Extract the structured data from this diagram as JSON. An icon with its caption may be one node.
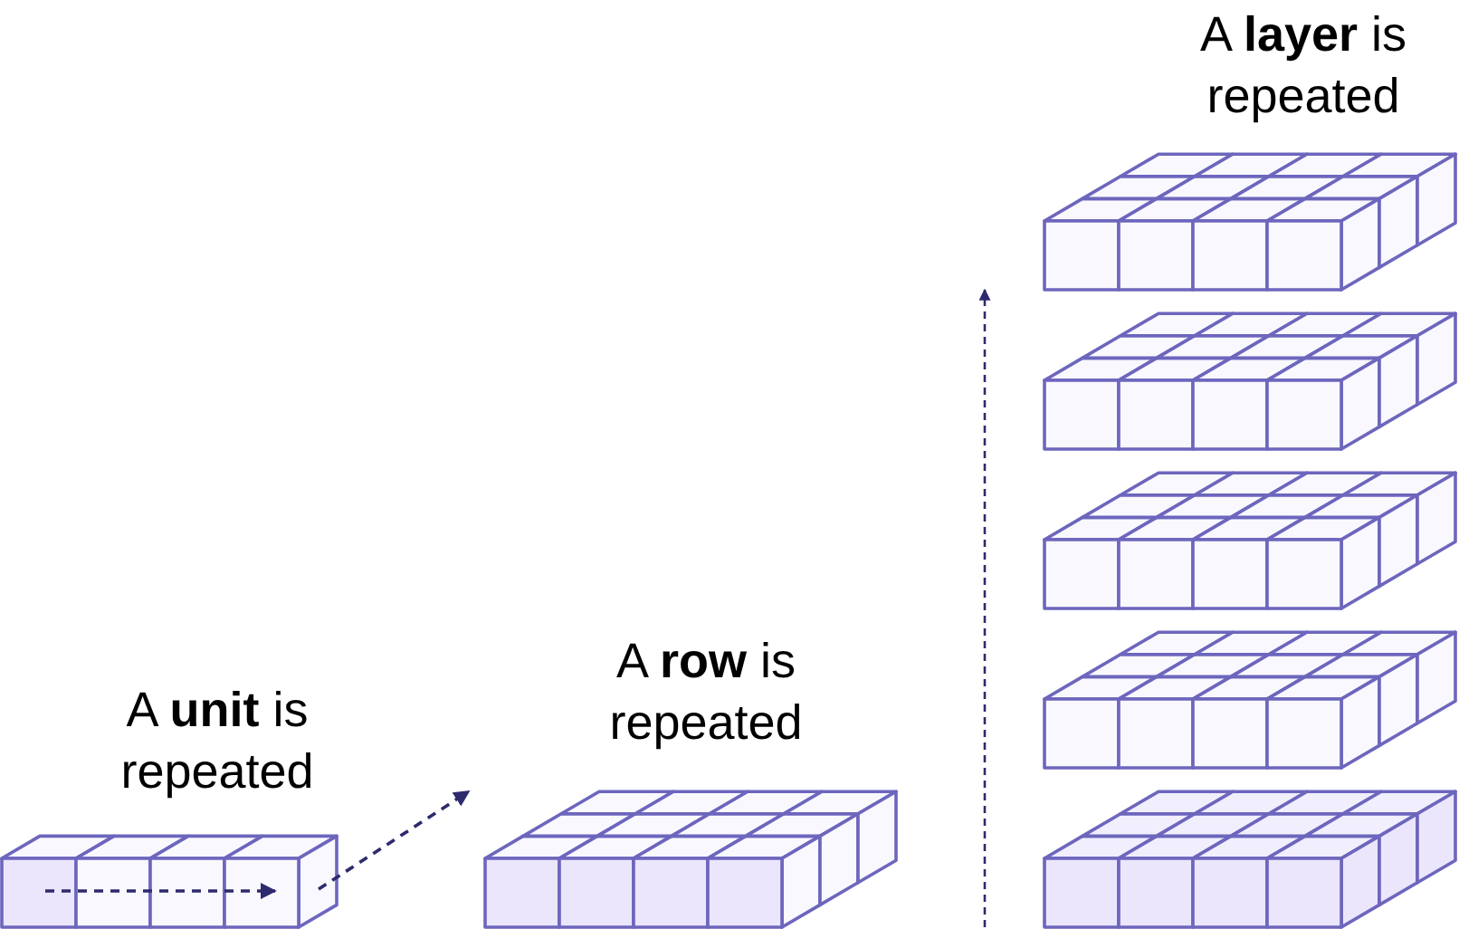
{
  "diagram": {
    "nodes": [
      {
        "text": [],
        "shape": "picture",
        "beside": [
          "A **unit** is repeated"
        ]
      },
      {
        "text": [],
        "shape": "picture",
        "beside": [
          "A **row** is repeated"
        ]
      },
      {
        "text": [],
        "shape": "picture",
        "beside": [
          "A **layer** is repeated"
        ]
      }
    ],
    "edges": [
      {
        "from": 0,
        "to": 1,
        "arrow": "to",
        "style": "dashed"
      }
    ]
  }
}
